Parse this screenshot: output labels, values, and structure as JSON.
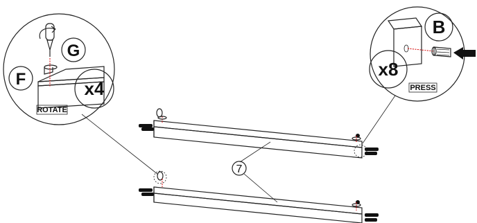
{
  "labels": {
    "part_g": "G",
    "part_f": "F",
    "part_b": "B",
    "qty_left": "x4",
    "qty_right": "x8",
    "action_left": "ROTATE",
    "action_right": "PRESS",
    "part_number": "7"
  },
  "icons": [
    "screw-icon",
    "rotate-arrow-icon",
    "push-arrow-icon",
    "dowel-icon",
    "bracket-icon"
  ],
  "colors": {
    "line": "#222222",
    "guide": "#d40000",
    "background": "#ffffff"
  }
}
